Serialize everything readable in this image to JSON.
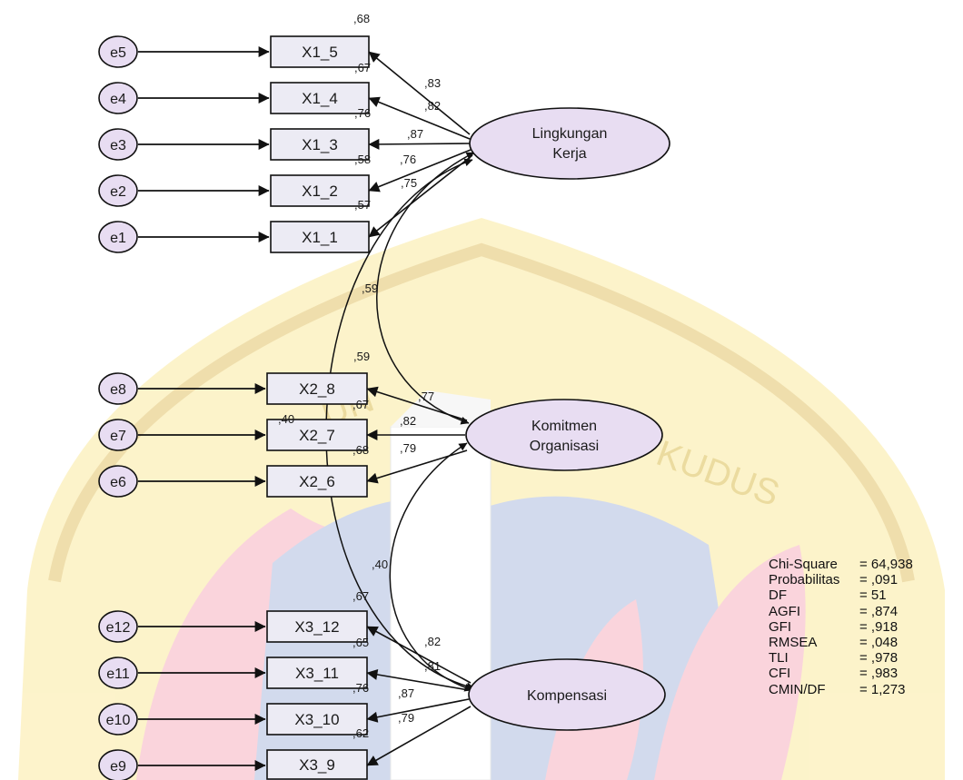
{
  "errors": [
    "e1",
    "e2",
    "e3",
    "e4",
    "e5",
    "e6",
    "e7",
    "e8",
    "e9",
    "e10",
    "e11",
    "e12"
  ],
  "indicators": [
    "X1_1",
    "X1_2",
    "X1_3",
    "X1_4",
    "X1_5",
    "X2_6",
    "X2_7",
    "X2_8",
    "X3_9",
    "X3_10",
    "X3_11",
    "X3_12"
  ],
  "latents": {
    "lingkungan": [
      "Lingkungan",
      "Kerja"
    ],
    "komitmen": [
      "Komitmen",
      "Organisasi"
    ],
    "kompensasi": [
      "Kompensasi"
    ]
  },
  "r_squared": {
    "X1_5": ",68",
    "X1_4": ",67",
    "X1_3": ",76",
    "X1_2": ",58",
    "X1_1": ",57",
    "X2_8": ",59",
    "X2_7": ",67",
    "X2_7_extra": ",40",
    "X2_6": ",68",
    "X3_12": ",67",
    "X3_11": ",65",
    "X3_10": ",76",
    "X3_9": ",62"
  },
  "loadings": {
    "X1_5": ",83",
    "X1_4": ",82",
    "X1_3": ",87",
    "X1_2": ",76",
    "X1_1": ",75",
    "X2_8": ",77",
    "X2_7": ",82",
    "X2_6": ",79",
    "X3_12": ",82",
    "X3_11": ",81",
    "X3_10": ",87",
    "X3_9": ",79"
  },
  "correlations": {
    "lingkungan_komitmen": ",59",
    "komitmen_kompensasi": ",40"
  },
  "fit_stats": [
    {
      "name": "Chi-Square",
      "value": "= 64,938"
    },
    {
      "name": "Probabilitas",
      "value": "= ,091"
    },
    {
      "name": "DF",
      "value": "= 51"
    },
    {
      "name": "AGFI",
      "value": "= ,874"
    },
    {
      "name": "GFI",
      "value": "= ,918"
    },
    {
      "name": "RMSEA",
      "value": "= ,048"
    },
    {
      "name": "TLI",
      "value": "= ,978"
    },
    {
      "name": "CFI",
      "value": "= ,983"
    },
    {
      "name": "CMIN/DF",
      "value": "= 1,273"
    }
  ],
  "colors": {
    "box_fill": "#ecebf4",
    "latent_fill": "#e8ddf2",
    "error_fill": "#e8ddf2",
    "stroke": "#111111",
    "watermark_gold": "#f5d76a",
    "watermark_blue": "#9fb3d8",
    "watermark_pink": "#f2a6b5"
  }
}
